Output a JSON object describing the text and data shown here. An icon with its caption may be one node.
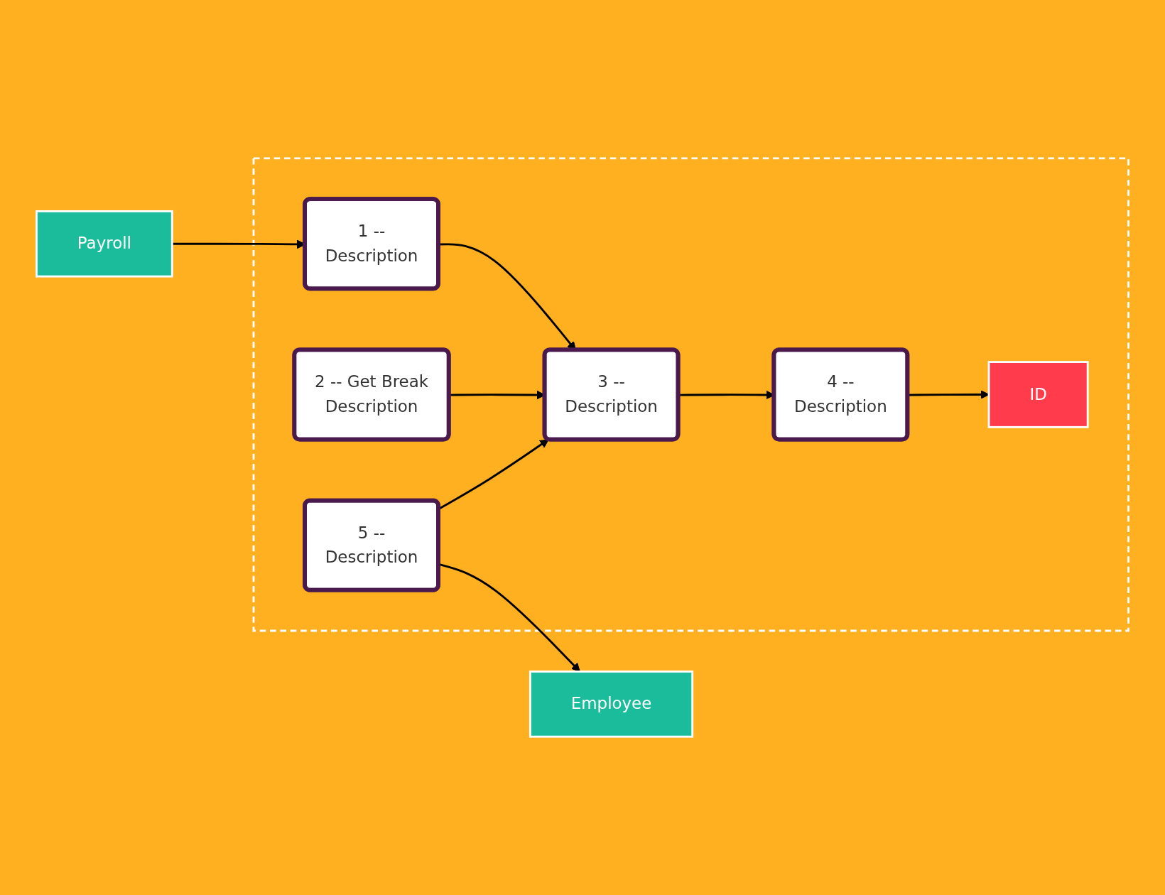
{
  "diagram": {
    "nodes": [
      {
        "text": [
          "Payroll"
        ]
      },
      {
        "text": [],
        "shape": "box"
      },
      {
        "text": [
          "1 --",
          "Description"
        ],
        "in": 1
      },
      {
        "text": [
          "2 -- Get Break",
          "Description"
        ],
        "in": 1
      },
      {
        "text": [
          "3 --",
          "Description"
        ],
        "in": 1
      },
      {
        "text": [
          "4 --",
          "Description"
        ],
        "in": 1
      },
      {
        "text": [
          "5 --",
          "Description"
        ],
        "in": 1
      },
      {
        "text": [
          "ID"
        ],
        "in": 1
      },
      {
        "text": [
          "Employee"
        ]
      }
    ],
    "edges": [
      {
        "from": 0,
        "to": 2,
        "arrow": "to"
      },
      {
        "from": 2,
        "to": 4,
        "arrow": "to"
      },
      {
        "from": 3,
        "to": 4,
        "arrow": "to"
      },
      {
        "from": 4,
        "to": 5,
        "arrow": "to"
      },
      {
        "from": 6,
        "to": 4,
        "arrow": "to"
      },
      {
        "from": 6,
        "to": 8,
        "arrow": "to"
      },
      {
        "from": 5,
        "to": 7,
        "arrow": "to"
      }
    ]
  }
}
